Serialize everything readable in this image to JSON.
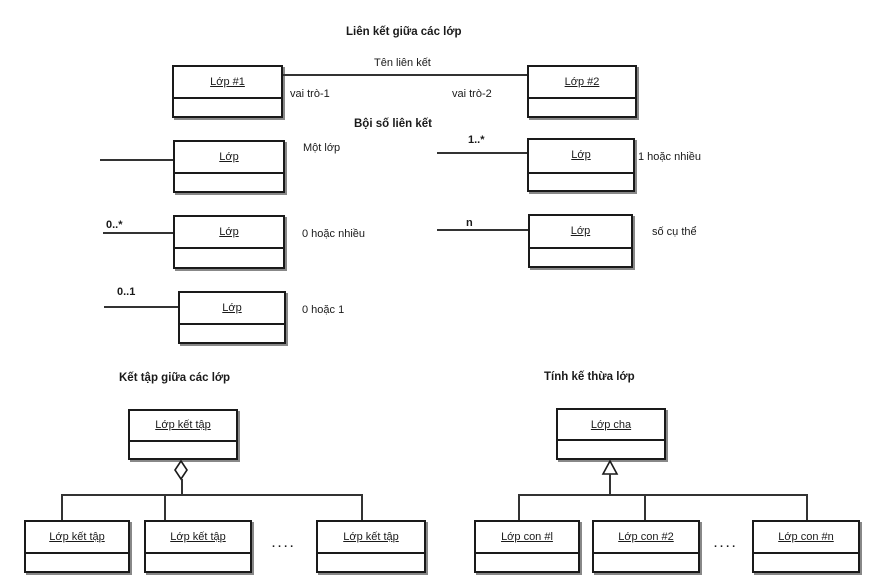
{
  "association": {
    "title": "Liên kết giữa các lớp",
    "link_name": "Tên liên kết",
    "class1": "Lớp #1",
    "class2": "Lớp #2",
    "role1": "vai trò-1",
    "role2": "vai trò-2"
  },
  "multiplicity": {
    "title": "Bội số liên kết",
    "items": [
      {
        "class": "Lớp",
        "mult": "",
        "desc": "Một lớp"
      },
      {
        "class": "Lớp",
        "mult": "1..*",
        "desc": "1 hoặc nhiều"
      },
      {
        "class": "Lớp",
        "mult": "0..*",
        "desc": "0 hoặc nhiều"
      },
      {
        "class": "Lớp",
        "mult": "n",
        "desc": "số cụ thể"
      },
      {
        "class": "Lớp",
        "mult": "0..1",
        "desc": "0 hoặc 1"
      }
    ]
  },
  "aggregation": {
    "title": "Kết tập giữa các lớp",
    "parent": "Lớp kết tập",
    "children": [
      "Lớp kết tập",
      "Lớp kết tập",
      "Lớp kết tập"
    ],
    "ellipsis": "...."
  },
  "inheritance": {
    "title": "Tính kế thừa lớp",
    "parent": "Lớp cha",
    "children": [
      "Lớp con #l",
      "Lớp con #2",
      "Lớp con #n"
    ],
    "ellipsis": "...."
  }
}
